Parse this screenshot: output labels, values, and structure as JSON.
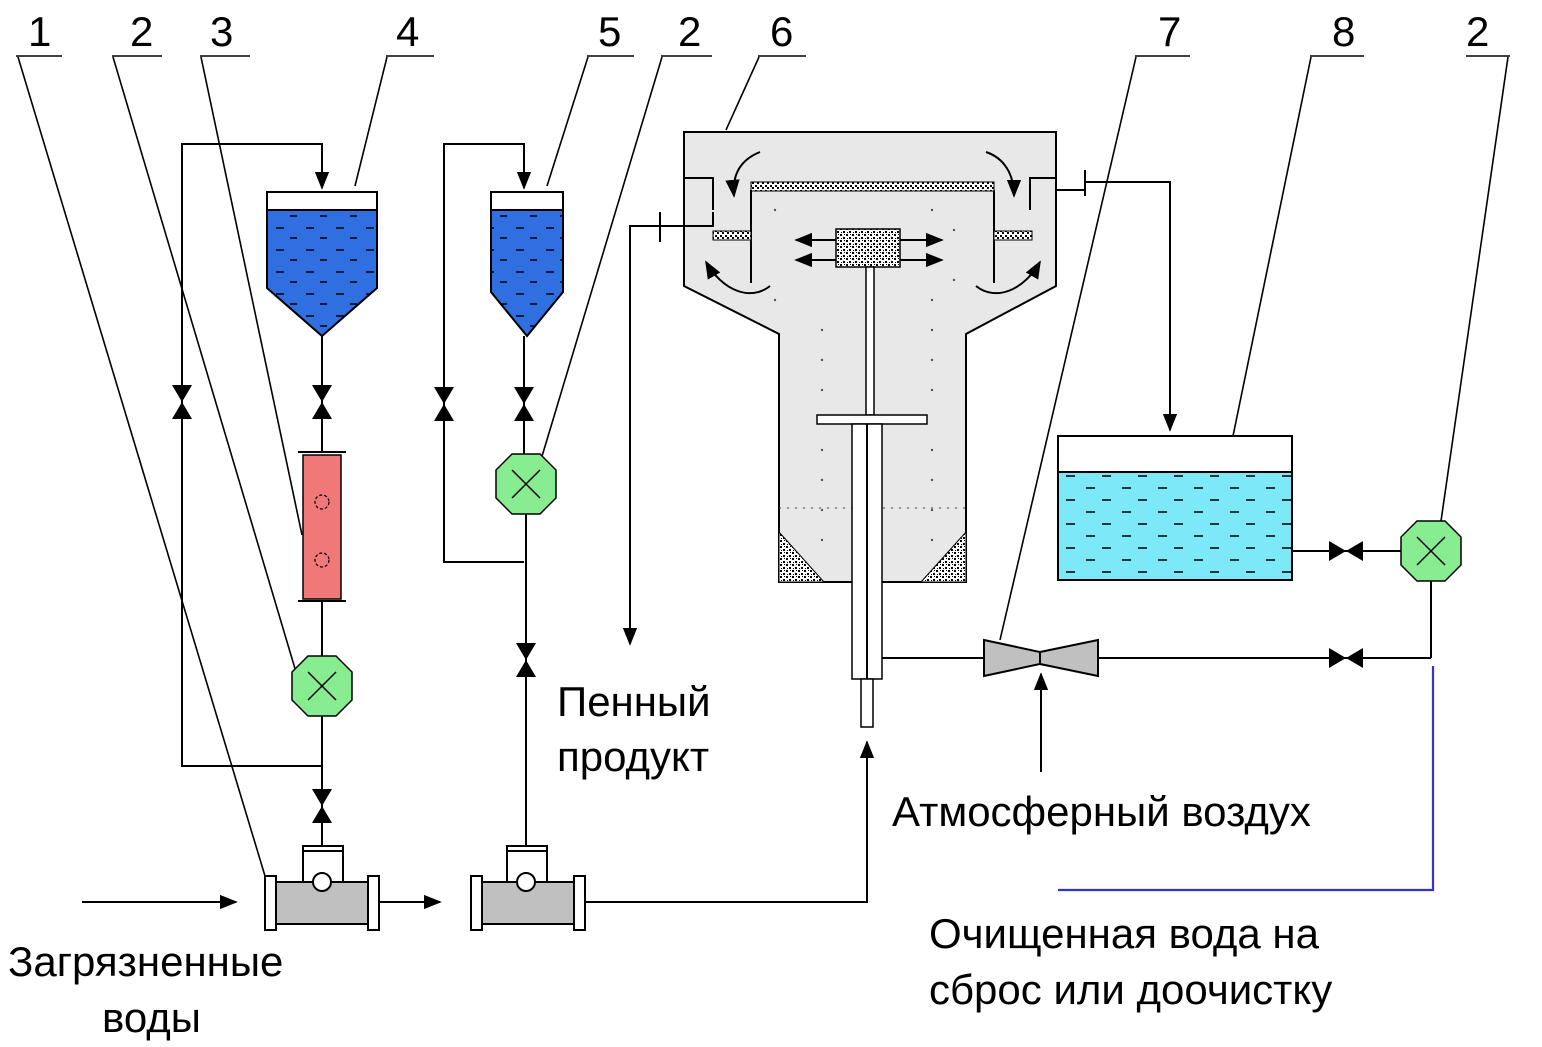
{
  "numbers": {
    "n1": "1",
    "n2a": "2",
    "n3": "3",
    "n4": "4",
    "n5": "5",
    "n2b": "2",
    "n6": "6",
    "n7": "7",
    "n8": "8",
    "n2c": "2"
  },
  "captions": {
    "foam_line1": "Пенный",
    "foam_line2": "продукт",
    "air": "Атмосферный воздух",
    "clean_line1": "Очищенная вода на",
    "clean_line2": "сброс или доочистку",
    "dirty_line1": "Загрязненные",
    "dirty_line2": "воды"
  },
  "colors": {
    "reagent_blue": "#2f6fe0",
    "clean_water": "#7de8f8",
    "rotameter": "#f07878",
    "pump": "#88ec90",
    "vessel_fill": "#e8e8e8",
    "clean_line": "#3333cc"
  }
}
